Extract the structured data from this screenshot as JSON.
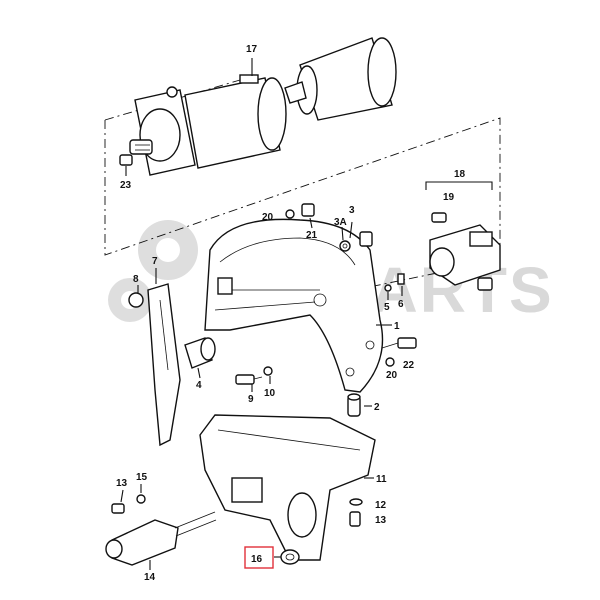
{
  "watermark": {
    "text": "RMPARTS"
  },
  "callouts": {
    "c1": "1",
    "c2": "2",
    "c3": "3",
    "c3a": "3A",
    "c4": "4",
    "c5": "5",
    "c6": "6",
    "c7": "7",
    "c8": "8",
    "c9": "9",
    "c10": "10",
    "c11": "11",
    "c12": "12",
    "c13a": "13",
    "c13b": "13",
    "c14": "14",
    "c15": "15",
    "c16": "16",
    "c17": "17",
    "c18": "18",
    "c19": "19",
    "c20a": "20",
    "c20b": "20",
    "c21": "21",
    "c22": "22",
    "c23": "23"
  },
  "highlight": {
    "callout": "16",
    "color": "#e0303a"
  }
}
